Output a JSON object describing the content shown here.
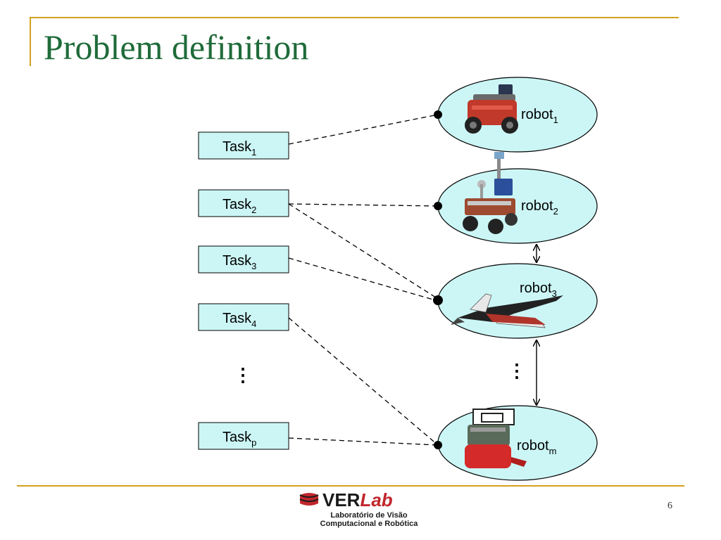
{
  "slide": {
    "title": "Problem definition",
    "page_number": "6"
  },
  "tasks": [
    {
      "base": "Task",
      "sub": "1"
    },
    {
      "base": "Task",
      "sub": "2"
    },
    {
      "base": "Task",
      "sub": "3"
    },
    {
      "base": "Task",
      "sub": "4"
    },
    {
      "base": "Task",
      "sub": "p"
    }
  ],
  "robots": [
    {
      "base": "robot",
      "sub": "1",
      "icon": "red-wheeled-robot-icon"
    },
    {
      "base": "robot",
      "sub": "2",
      "icon": "wheeled-robot-with-camera-icon"
    },
    {
      "base": "robot",
      "sub": "3",
      "icon": "uav-airplane-icon"
    },
    {
      "base": "robot",
      "sub": "m",
      "icon": "small-mobile-robot-icon"
    }
  ],
  "ellipsis": {
    "tasks": "⋮",
    "robots": "⋮"
  },
  "logo": {
    "word_main": "VER",
    "word_lab": "Lab",
    "line1": "Laboratório de Visão",
    "line2": "Computacional e Robótica"
  },
  "colors": {
    "title": "#1f6b3a",
    "rule": "#d4a020",
    "task_fill": "#ccf6f6",
    "robot_fill": "#ccf6f6",
    "logo_red": "#c0272d"
  }
}
